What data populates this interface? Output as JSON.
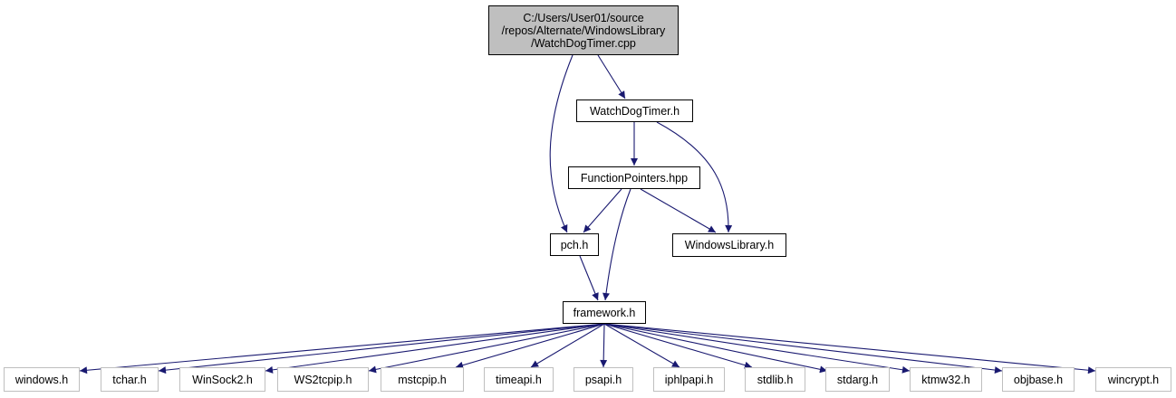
{
  "root": {
    "label_lines": [
      "C:/Users/User01/source",
      "/repos/Alternate/WindowsLibrary",
      "/WatchDogTimer.cpp"
    ]
  },
  "nodes": {
    "watchdog_h": "WatchDogTimer.h",
    "function_pointers": "FunctionPointers.hpp",
    "pch": "pch.h",
    "windows_library": "WindowsLibrary.h",
    "framework": "framework.h"
  },
  "external_headers": [
    "windows.h",
    "tchar.h",
    "WinSock2.h",
    "WS2tcpip.h",
    "mstcpip.h",
    "timeapi.h",
    "psapi.h",
    "iphlpapi.h",
    "stdlib.h",
    "stdarg.h",
    "ktmw32.h",
    "objbase.h",
    "wincrypt.h"
  ],
  "colors": {
    "edge": "#191970",
    "root_fill": "#bfbfbf",
    "external_border": "#bfbfbf",
    "node_border": "#000000"
  }
}
